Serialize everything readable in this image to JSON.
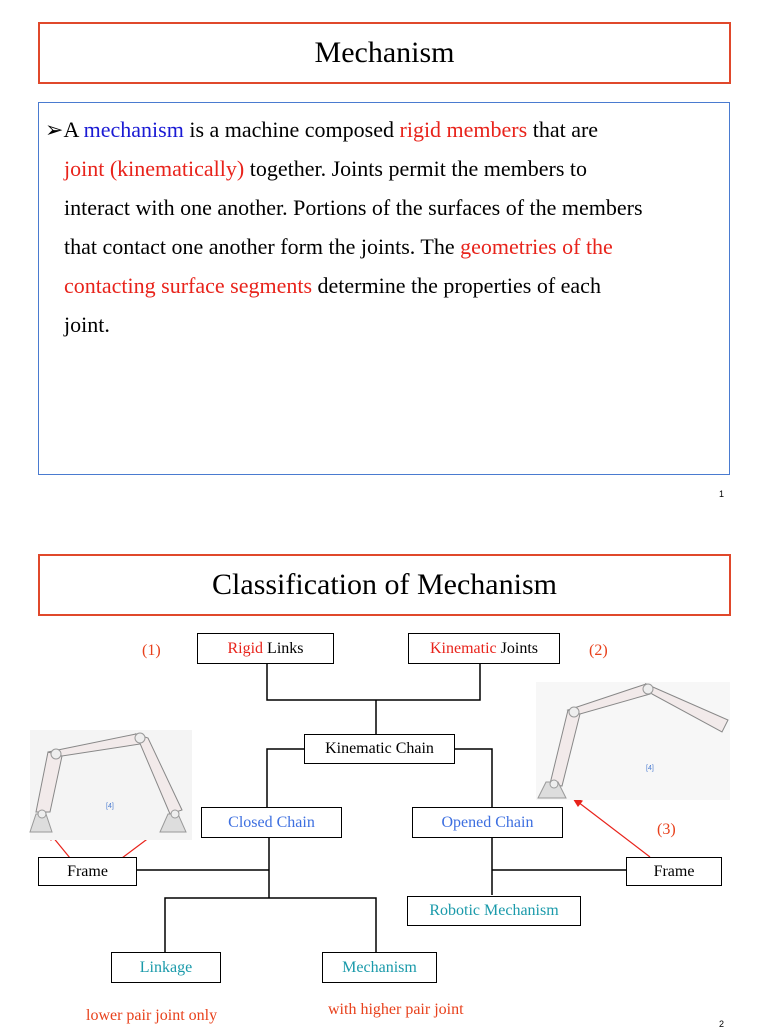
{
  "slide1": {
    "title": "Mechanism",
    "bullet": "➢",
    "para": {
      "p1": "A ",
      "p2": "mechanism",
      "p3": " is a machine composed ",
      "p4": "rigid members",
      "p5": " that are",
      "p6": "joint (kinematically)",
      "p7": " together. Joints permit the members to",
      "p8": "interact with one another. Portions of the surfaces of the members",
      "p9": "that contact one another form the joints. The ",
      "p10": "geometries of the",
      "p11": "contacting surface segments",
      "p12": " determine the properties of each",
      "p13": "joint."
    },
    "page_number": "1"
  },
  "slide2": {
    "title": "Classification of Mechanism",
    "rigid_links": {
      "red": "Rigid",
      "rest": " Links"
    },
    "kinematic_joints": {
      "red": "Kinematic",
      "rest": " Joints"
    },
    "kinematic_chain": "Kinematic Chain",
    "closed_chain": "Closed Chain",
    "opened_chain": "Opened Chain",
    "frame_left": "Frame",
    "frame_right": "Frame",
    "robotic_mechanism": "Robotic Mechanism",
    "linkage": "Linkage",
    "mechanism": "Mechanism",
    "num1": "(1)",
    "num2": "(2)",
    "num3": "(3)",
    "ref_left": "[4]",
    "ref_right": "[4]",
    "lower_pair": "lower pair joint only",
    "higher_pair": "with higher pair joint",
    "page_number": "2"
  },
  "colors": {
    "title_border": "#e0482b",
    "content_border": "#4a7bd0",
    "highlight_blue": "#1a1ad4",
    "highlight_red": "#e8231b",
    "chain_blue": "#3d6fe0",
    "teal": "#1a9aaa"
  }
}
